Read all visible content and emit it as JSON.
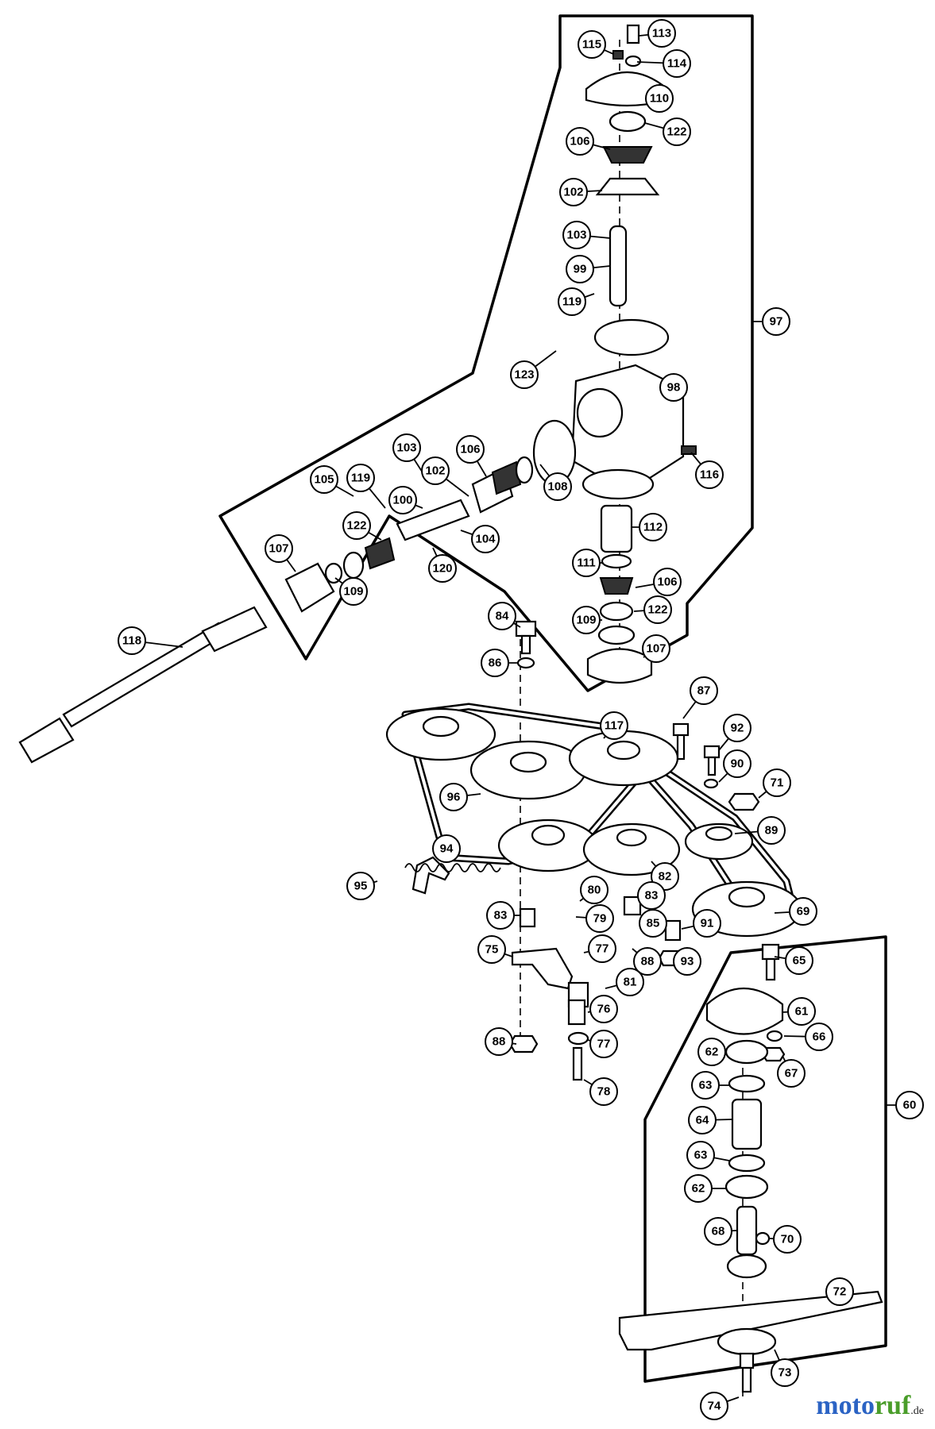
{
  "diagram": {
    "type": "exploded-parts-diagram",
    "callouts": [
      "113",
      "115",
      "114",
      "110",
      "122",
      "106",
      "102",
      "103",
      "99",
      "119",
      "97",
      "123",
      "98",
      "116",
      "106",
      "108",
      "102",
      "103",
      "119",
      "100",
      "105",
      "122",
      "104",
      "107",
      "109",
      "120",
      "112",
      "111",
      "106",
      "122",
      "109",
      "107",
      "84",
      "86",
      "118",
      "117",
      "87",
      "92",
      "90",
      "71",
      "96",
      "89",
      "94",
      "95",
      "82",
      "80",
      "83",
      "83",
      "79",
      "85",
      "91",
      "69",
      "75",
      "77",
      "88",
      "93",
      "65",
      "81",
      "61",
      "76",
      "66",
      "88",
      "77",
      "62",
      "67",
      "78",
      "63",
      "60",
      "64",
      "63",
      "62",
      "68",
      "70",
      "72",
      "73",
      "74"
    ]
  },
  "watermark": {
    "part_a": "moto",
    "part_b": "ruf",
    "part_c": ".de"
  }
}
